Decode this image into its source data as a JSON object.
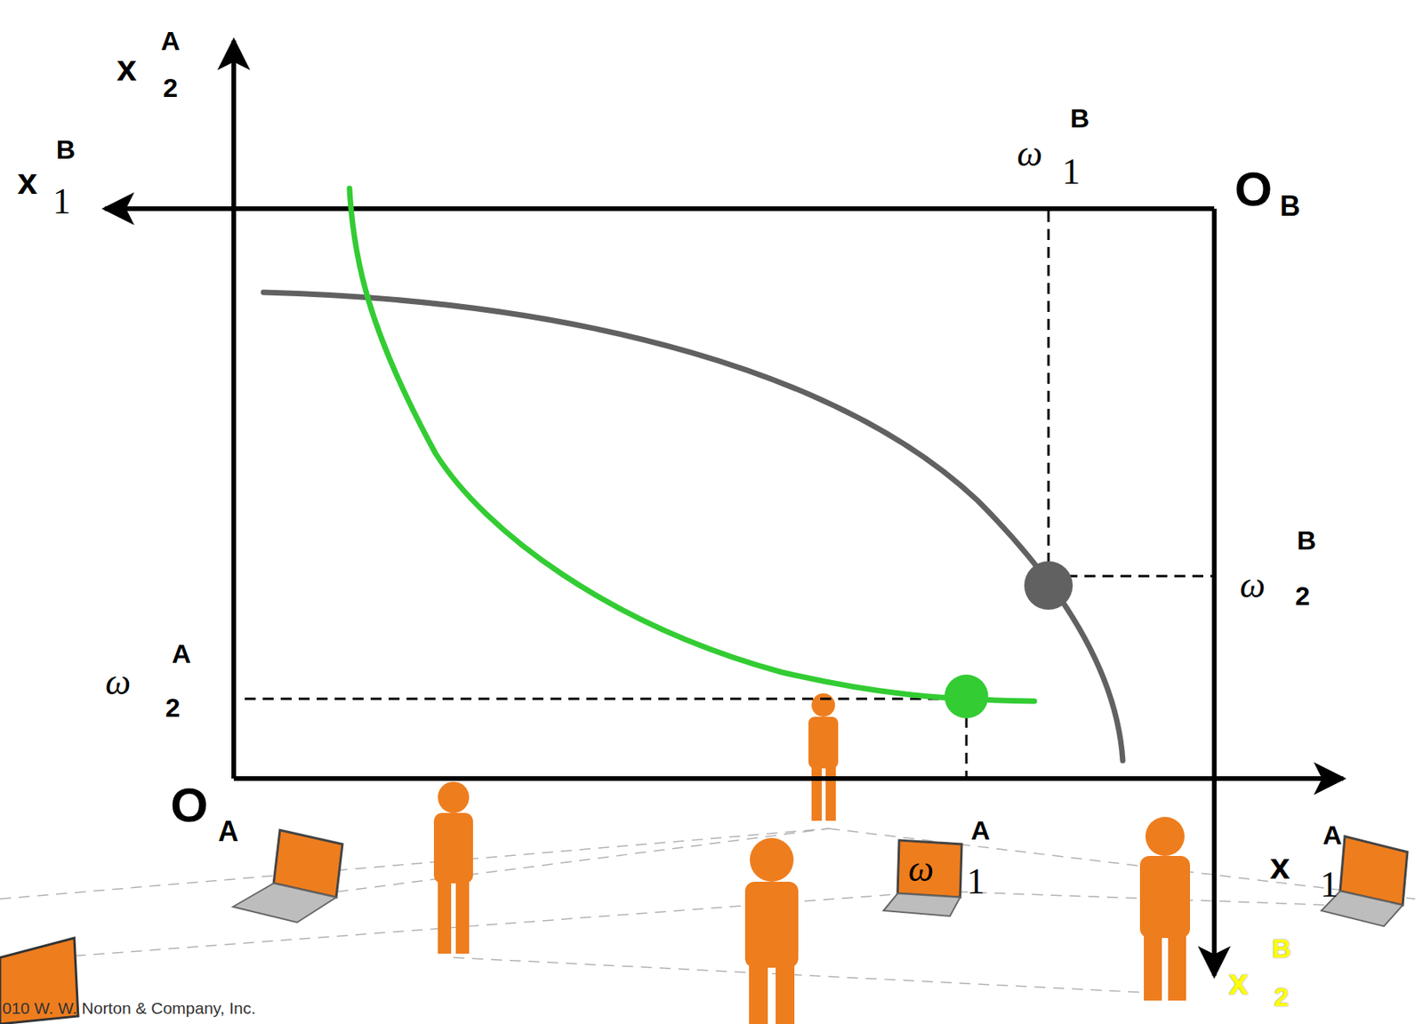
{
  "diagram": {
    "labels": [
      "x",
      "A",
      "2",
      "x",
      "B",
      "1",
      "ω",
      "B",
      "1",
      "O",
      "B",
      "ω",
      "B",
      "2",
      "ω",
      "A",
      "2",
      "O",
      "A",
      "ω",
      "A",
      "1",
      "x",
      "A",
      "1",
      "x",
      "B",
      "2",
      "010 W. W. Norton & Company, Inc."
    ]
  }
}
